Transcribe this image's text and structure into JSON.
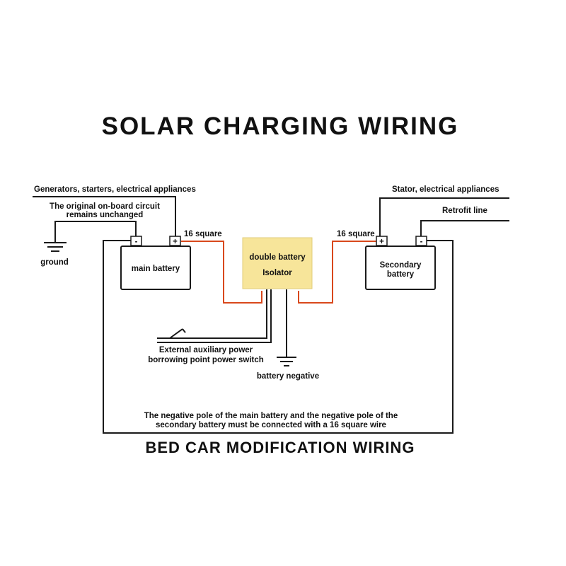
{
  "title": "SOLAR CHARGING WIRING",
  "subtitle": "BED CAR MODIFICATION WIRING",
  "left": {
    "generators_label": "Generators, starters, electrical appliances",
    "onboard_line1": "The original on-board circuit",
    "onboard_line2": "remains unchanged",
    "ground_label": "ground",
    "wire_label": "16 square",
    "battery_label": "main battery",
    "minus_sign": "-",
    "plus_sign": "+"
  },
  "isolator": {
    "line1": "double battery",
    "line2": "Isolator",
    "fill": "#f7e59a"
  },
  "right": {
    "stator_label": "Stator, electrical appliances",
    "retrofit_label": "Retrofit line",
    "wire_label": "16 square",
    "battery_line1": "Secondary",
    "battery_line2": "battery",
    "plus_sign": "+",
    "minus_sign": "-"
  },
  "switch": {
    "line1": "External auxiliary power",
    "line2": "borrowing point power switch"
  },
  "battery_negative_label": "battery negative",
  "note": {
    "line1": "The negative pole of the main battery and the negative pole of the",
    "line2": "secondary battery must be connected with a 16 square wire"
  },
  "colors": {
    "wire": "#1a1a1a",
    "positive_wire": "#d9481c",
    "isolator_fill": "#f7e59a"
  }
}
